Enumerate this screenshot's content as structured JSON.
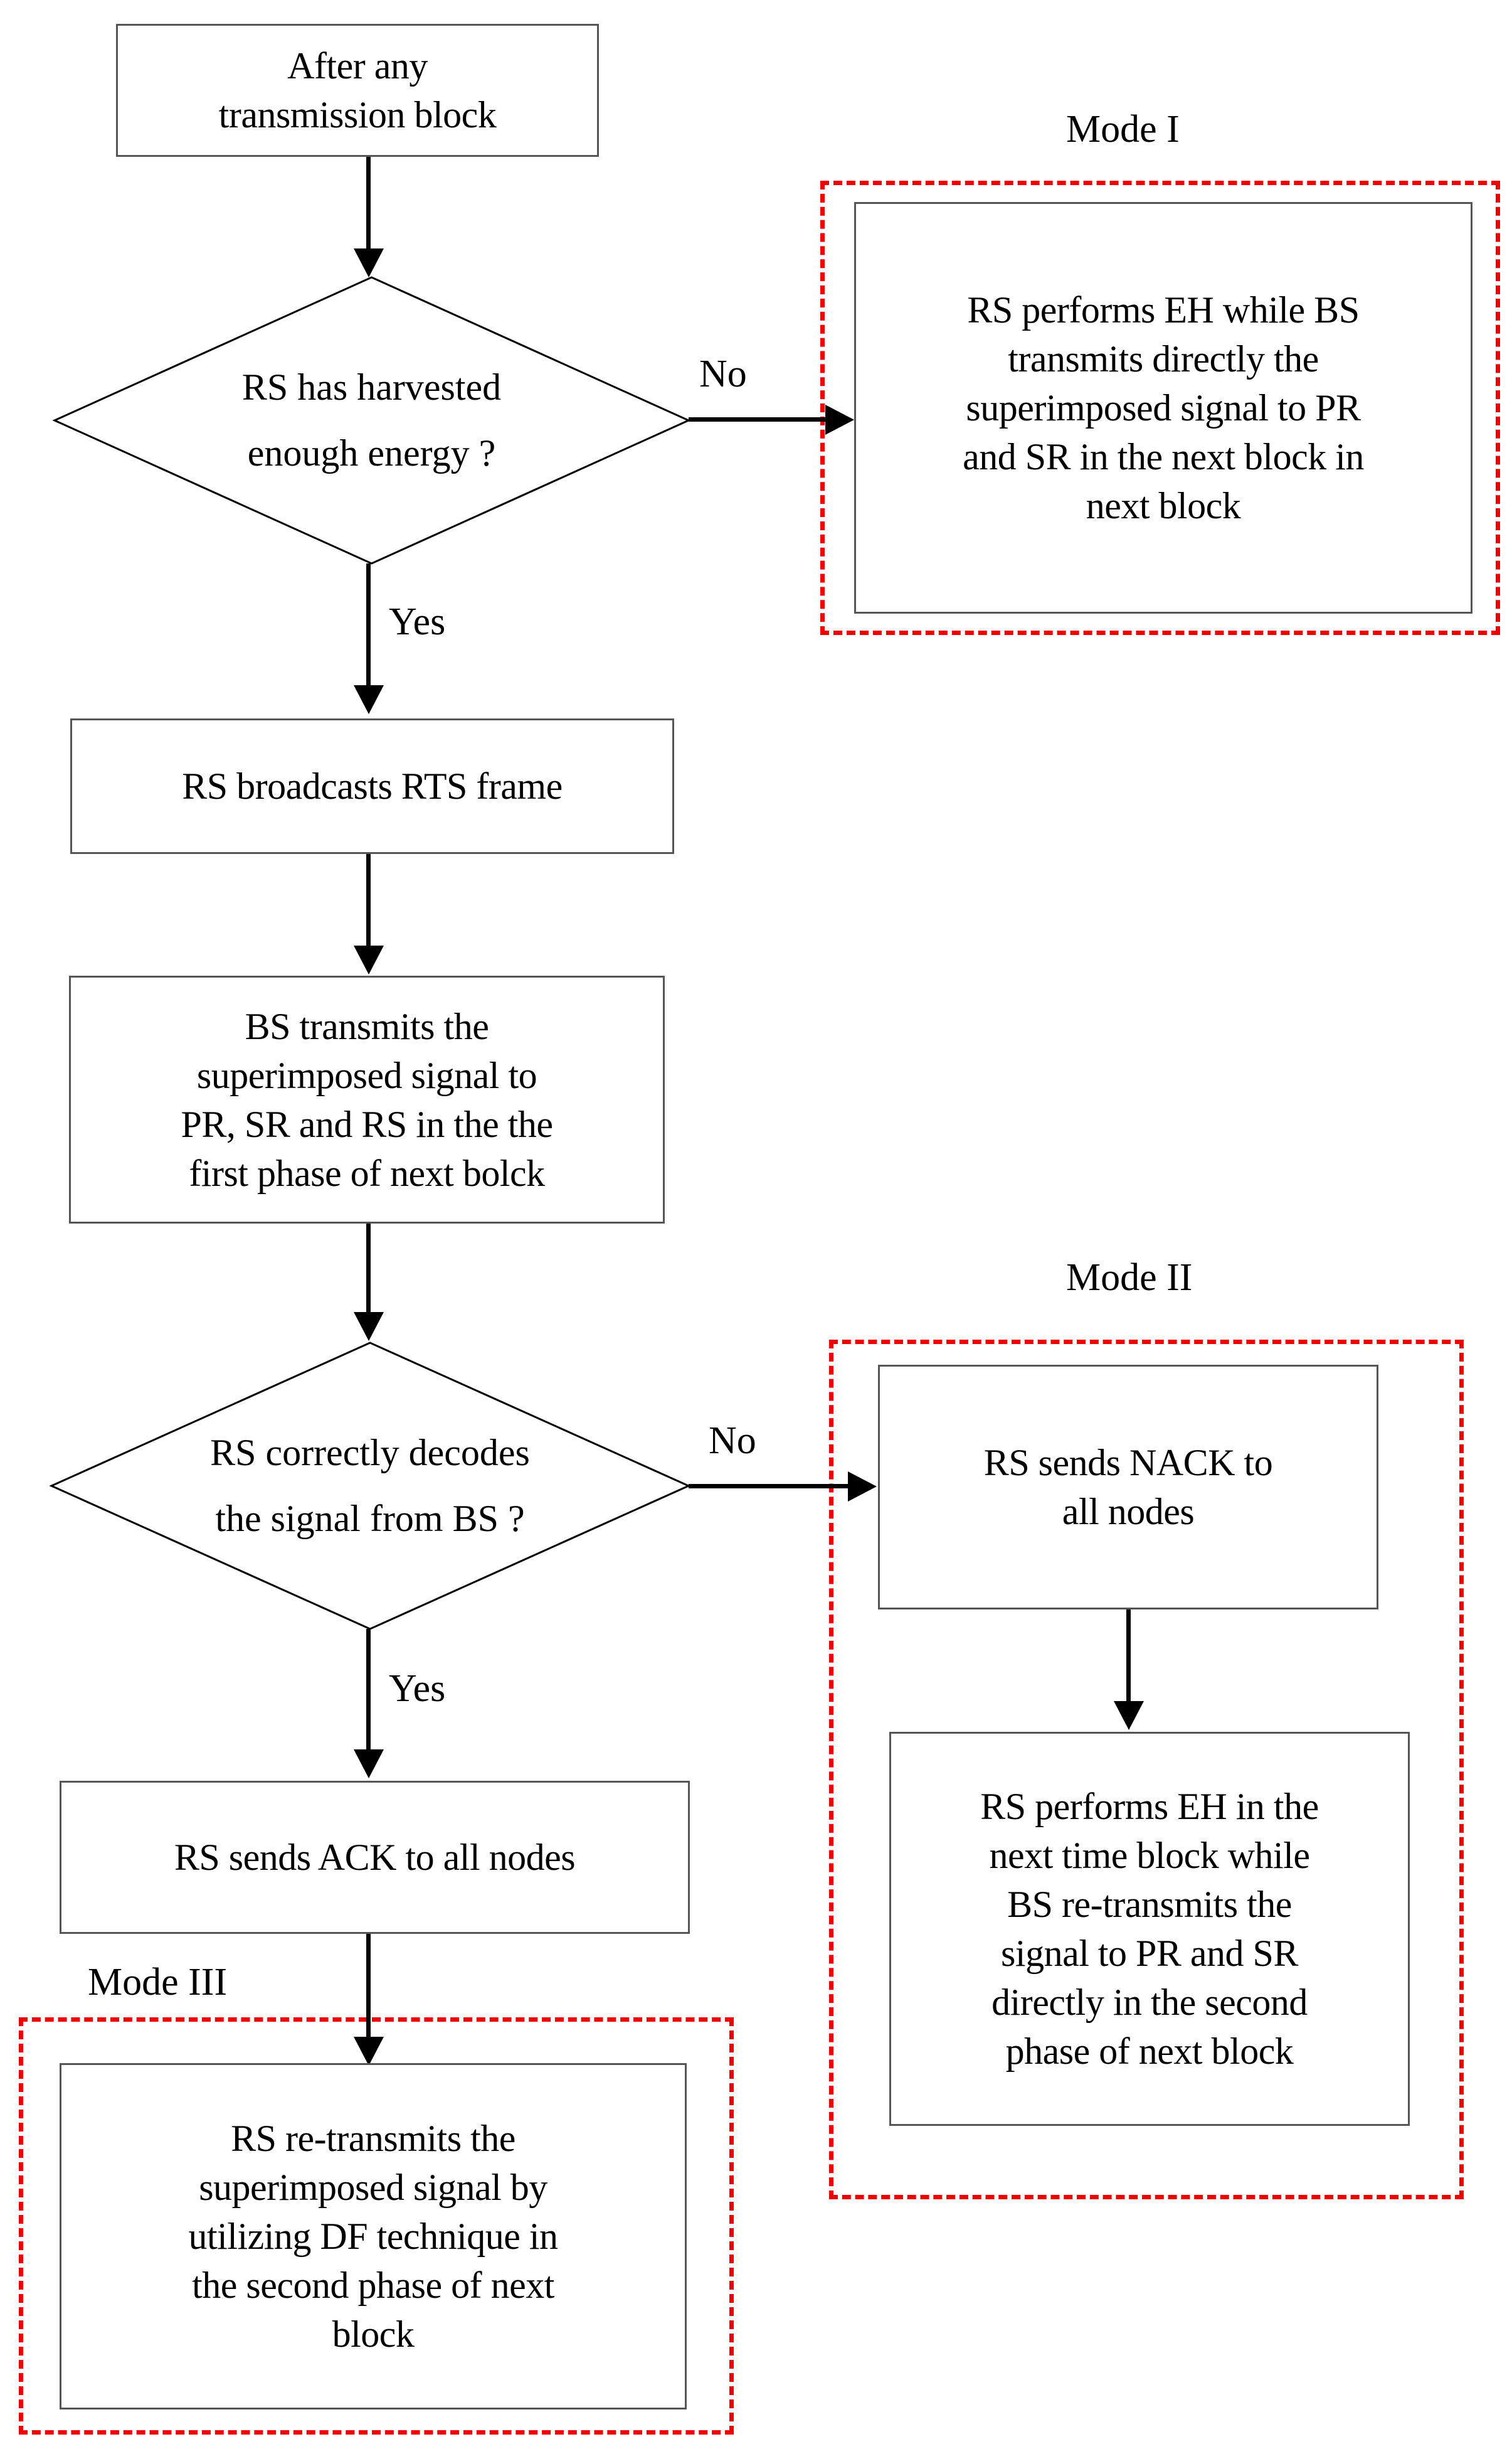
{
  "diagram": {
    "title": "Relay selection and transmission mode flowchart",
    "accent_color": "#ee0000",
    "box_border_color": "#555555",
    "line_color": "#000000"
  },
  "nodes": {
    "start": {
      "label": "After any\ntransmission block"
    },
    "decision_energy": {
      "label": "RS has harvested\nenough energy ?"
    },
    "mode1_action": {
      "label": "RS performs EH while BS\ntransmits directly the\nsuperimposed signal to PR\nand SR in the next block in\nnext block"
    },
    "rts": {
      "label": "RS broadcasts RTS frame"
    },
    "bs_transmit": {
      "label": "BS transmits the\nsuperimposed signal to\nPR, SR and RS in the  the\nfirst phase of next bolck"
    },
    "decision_decode": {
      "label": "RS correctly decodes\nthe signal from BS ?"
    },
    "nack": {
      "label": "RS  sends NACK to\nall nodes"
    },
    "mode2_action": {
      "label": "RS performs EH in the\nnext time block while\nBS re-transmits the\nsignal to PR and SR\ndirectly in the second\nphase of next block"
    },
    "ack": {
      "label": "RS  sends ACK to all nodes"
    },
    "mode3_action": {
      "label": "RS  re-transmits the\nsuperimposed signal by\nutilizing DF technique in\nthe second phase of  next\nblock"
    }
  },
  "mode_labels": {
    "mode1": "Mode I",
    "mode2": "Mode II",
    "mode3": "Mode III"
  },
  "edge_labels": {
    "energy_no": "No",
    "energy_yes": "Yes",
    "decode_no": "No",
    "decode_yes": "Yes"
  }
}
